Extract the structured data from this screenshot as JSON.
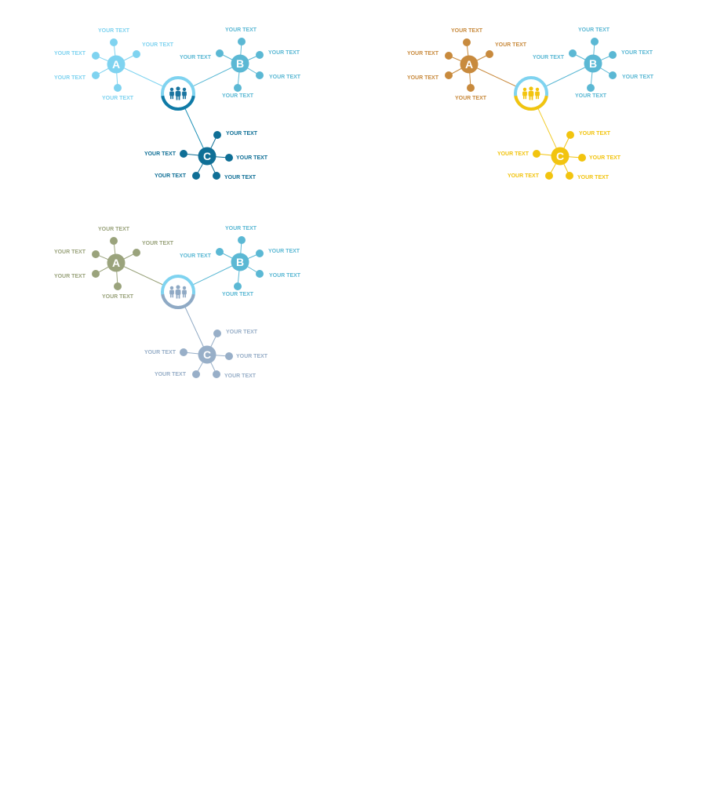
{
  "diagrams": [
    {
      "name": "diagram-1",
      "hub": {
        "line_color": "#1b8fb5",
        "ring_top": "#7fd3f0",
        "ring_bottom": "#0f7aa6",
        "icon_color": "#1b75a0",
        "icon": "group-people-icon"
      },
      "clusters": [
        {
          "id": "a",
          "letter": "A",
          "color": "#7fd3f0",
          "labels": [
            "YOUR TEXT",
            "YOUR TEXT",
            "YOUR TEXT",
            "YOUR TEXT",
            "YOUR TEXT"
          ]
        },
        {
          "id": "b",
          "letter": "B",
          "color": "#5bb8d4",
          "labels": [
            "YOUR TEXT",
            "YOUR TEXT",
            "YOUR TEXT",
            "YOUR TEXT",
            "YOUR TEXT"
          ]
        },
        {
          "id": "c",
          "letter": "C",
          "color": "#0f6f96",
          "labels": [
            "YOUR TEXT",
            "YOUR TEXT",
            "YOUR TEXT",
            "YOUR TEXT",
            "YOUR TEXT"
          ]
        }
      ]
    },
    {
      "name": "diagram-2",
      "hub": {
        "line_color": "#f2cc2f",
        "ring_top": "#7fd3f0",
        "ring_bottom": "#f2c40f",
        "icon_color": "#f2c40f",
        "icon": "group-people-icon"
      },
      "clusters": [
        {
          "id": "a",
          "letter": "A",
          "color": "#c88a3d",
          "labels": [
            "YOUR TEXT",
            "YOUR TEXT",
            "YOUR TEXT",
            "YOUR TEXT",
            "YOUR TEXT"
          ]
        },
        {
          "id": "b",
          "letter": "B",
          "color": "#5bb8d4",
          "labels": [
            "YOUR TEXT",
            "YOUR TEXT",
            "YOUR TEXT",
            "YOUR TEXT",
            "YOUR TEXT"
          ]
        },
        {
          "id": "c",
          "letter": "C",
          "color": "#f2c40f",
          "labels": [
            "YOUR TEXT",
            "YOUR TEXT",
            "YOUR TEXT",
            "YOUR TEXT",
            "YOUR TEXT"
          ]
        }
      ]
    },
    {
      "name": "diagram-3",
      "hub": {
        "line_color": "#8fa9c4",
        "ring_top": "#7fd3f0",
        "ring_bottom": "#8fa9c4",
        "icon_color": "#8fa9c4",
        "icon": "group-people-icon"
      },
      "clusters": [
        {
          "id": "a",
          "letter": "A",
          "color": "#9aa37c",
          "labels": [
            "YOUR TEXT",
            "YOUR TEXT",
            "YOUR TEXT",
            "YOUR TEXT",
            "YOUR TEXT"
          ]
        },
        {
          "id": "b",
          "letter": "B",
          "color": "#5bb8d4",
          "labels": [
            "YOUR TEXT",
            "YOUR TEXT",
            "YOUR TEXT",
            "YOUR TEXT",
            "YOUR TEXT"
          ]
        },
        {
          "id": "c",
          "letter": "C",
          "color": "#98afc8",
          "labels": [
            "YOUR TEXT",
            "YOUR TEXT",
            "YOUR TEXT",
            "YOUR TEXT",
            "YOUR TEXT"
          ]
        }
      ]
    }
  ]
}
